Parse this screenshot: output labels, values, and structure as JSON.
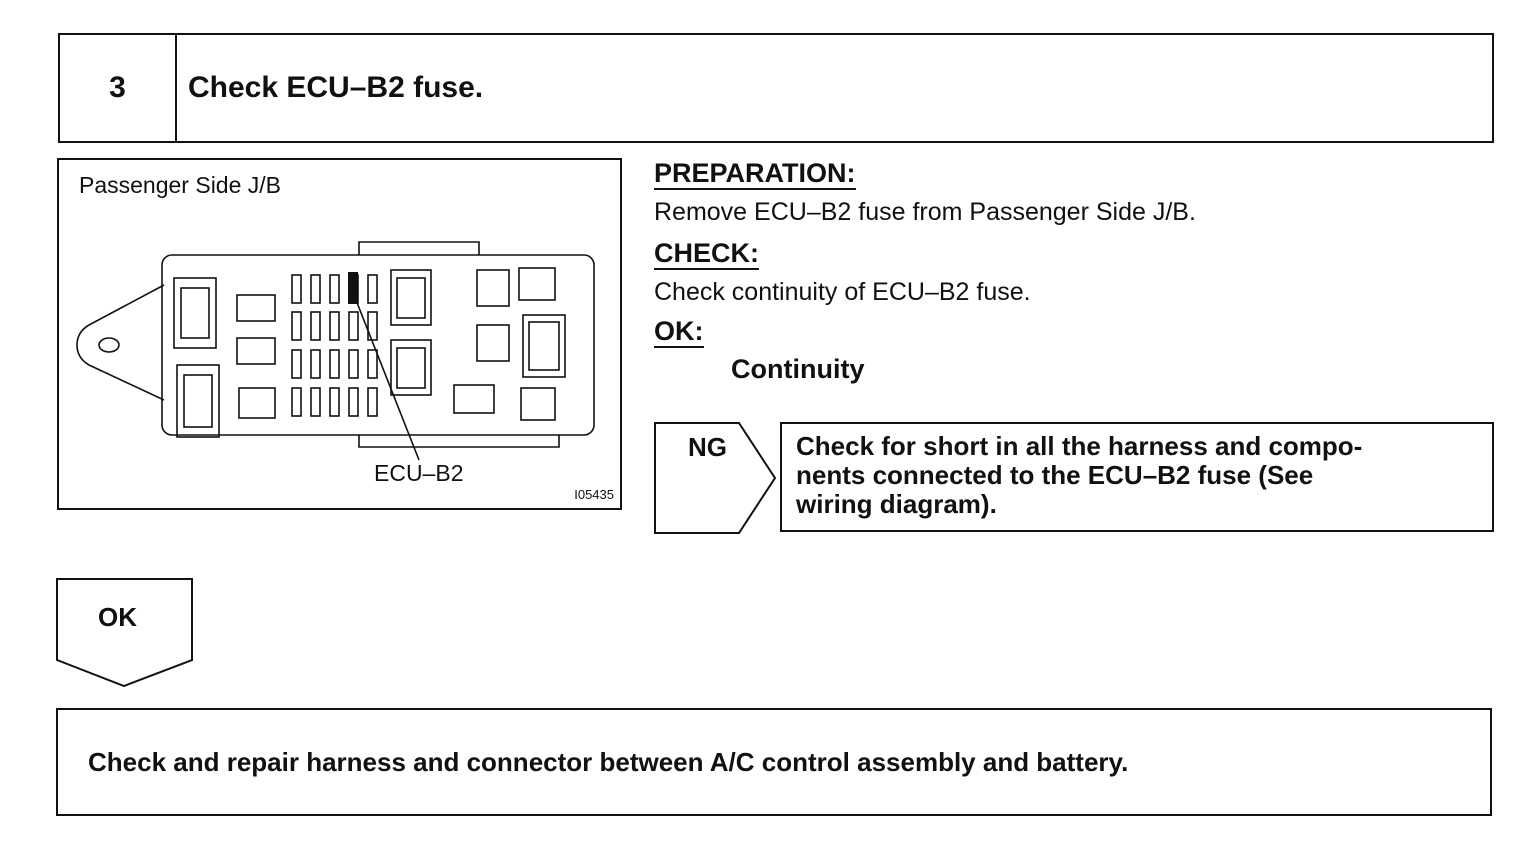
{
  "step": {
    "number": "3",
    "title": "Check ECU–B2 fuse."
  },
  "figure": {
    "caption": "Passenger Side J/B",
    "callout": "ECU–B2",
    "figure_id": "I05435"
  },
  "preparation": {
    "heading": "PREPARATION:",
    "text": "Remove ECU–B2 fuse from Passenger Side J/B."
  },
  "check": {
    "heading": "CHECK:",
    "text": "Check continuity of ECU–B2 fuse."
  },
  "ok_spec": {
    "heading": "OK:",
    "value": "Continuity"
  },
  "ng_branch": {
    "label": "NG",
    "line1": "Check for short in all the harness and compo-",
    "line2": "nents connected to the ECU–B2 fuse (See",
    "line3": "wiring diagram)."
  },
  "ok_branch": {
    "label": "OK",
    "action": "Check and repair harness and connector between A/C control assembly and battery."
  }
}
